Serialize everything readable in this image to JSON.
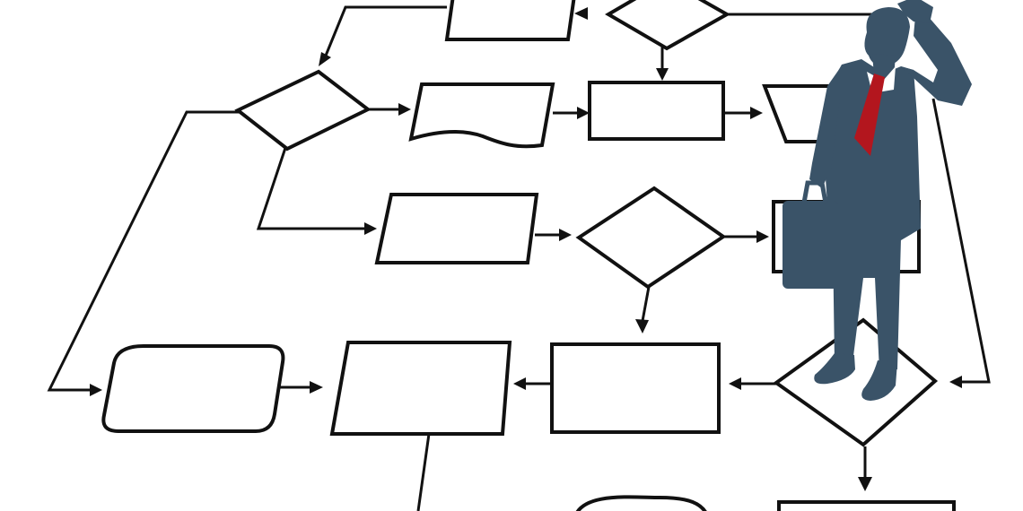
{
  "diagram": {
    "nodes": [
      {
        "id": "n1",
        "shape": "parallelogram",
        "label": ""
      },
      {
        "id": "n2",
        "shape": "decision",
        "label": ""
      },
      {
        "id": "n3",
        "shape": "decision",
        "label": ""
      },
      {
        "id": "n4",
        "shape": "document",
        "label": ""
      },
      {
        "id": "n5",
        "shape": "process",
        "label": ""
      },
      {
        "id": "n6",
        "shape": "manual-operation",
        "label": ""
      },
      {
        "id": "n7",
        "shape": "parallelogram",
        "label": ""
      },
      {
        "id": "n8",
        "shape": "decision",
        "label": ""
      },
      {
        "id": "n9",
        "shape": "process",
        "label": ""
      },
      {
        "id": "n10",
        "shape": "rounded-parallelogram",
        "label": ""
      },
      {
        "id": "n11",
        "shape": "parallelogram",
        "label": ""
      },
      {
        "id": "n12",
        "shape": "process",
        "label": ""
      },
      {
        "id": "n13",
        "shape": "decision",
        "label": ""
      },
      {
        "id": "n14",
        "shape": "terminator",
        "label": ""
      },
      {
        "id": "n15",
        "shape": "process",
        "label": ""
      }
    ],
    "edges": [
      {
        "from": "n2",
        "to": "n1"
      },
      {
        "from": "n2",
        "to": "n5"
      },
      {
        "from": "n1",
        "to": "n3"
      },
      {
        "from": "n3",
        "to": "n4"
      },
      {
        "from": "n3",
        "to": "n7"
      },
      {
        "from": "n3",
        "to": "n10"
      },
      {
        "from": "n4",
        "to": "n5"
      },
      {
        "from": "n5",
        "to": "n6"
      },
      {
        "from": "n7",
        "to": "n8"
      },
      {
        "from": "n8",
        "to": "n9"
      },
      {
        "from": "n8",
        "to": "n12"
      },
      {
        "from": "n10",
        "to": "n11"
      },
      {
        "from": "n12",
        "to": "n11"
      },
      {
        "from": "n13",
        "to": "n12"
      },
      {
        "from": "n13",
        "to": "n15"
      },
      {
        "from": "n11",
        "to": "n14"
      }
    ]
  },
  "figure": {
    "icon": "businessman-silhouette-icon",
    "suit_color": "#3a5368",
    "tie_color": "#b3161e",
    "shirt_color": "#ffffff"
  }
}
